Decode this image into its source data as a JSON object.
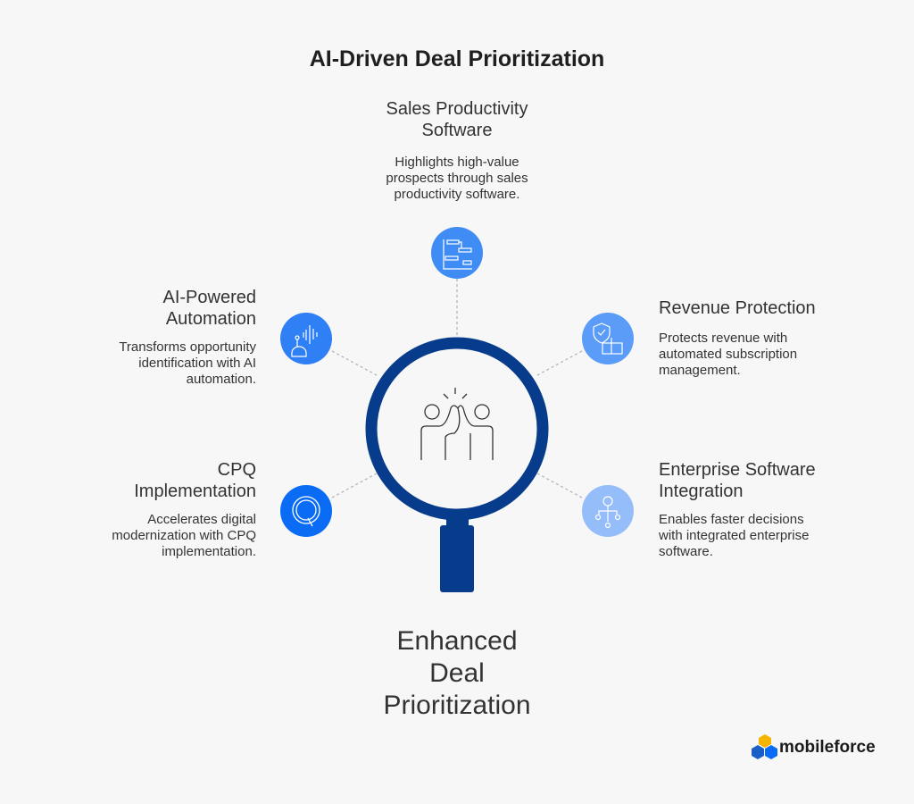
{
  "title": "AI-Driven Deal Prioritization",
  "center_label": "Enhanced Deal Prioritization",
  "center_label_lines": [
    "Enhanced",
    "Deal",
    "Prioritization"
  ],
  "items": [
    {
      "heading_lines": [
        "Sales Productivity",
        "Software"
      ],
      "description_lines": [
        "Highlights high-value",
        "prospects through sales",
        "productivity software."
      ],
      "icon": "gantt-chart-icon",
      "color": "#3f8cf5"
    },
    {
      "heading_lines": [
        "AI-Powered",
        "Automation"
      ],
      "description_lines": [
        "Transforms opportunity",
        "identification with AI",
        "automation."
      ],
      "icon": "robot-voice-icon",
      "color": "#2f7ff5"
    },
    {
      "heading_lines": [
        "Revenue Protection"
      ],
      "description_lines": [
        "Protects revenue with",
        "automated subscription",
        "management."
      ],
      "icon": "shield-building-icon",
      "color": "#5a9cf7"
    },
    {
      "heading_lines": [
        "CPQ",
        "Implementation"
      ],
      "description_lines": [
        "Accelerates digital",
        "modernization with CPQ",
        "implementation."
      ],
      "icon": "q-letter-icon",
      "color": "#0a6cf5"
    },
    {
      "heading_lines": [
        "Enterprise Software",
        "Integration"
      ],
      "description_lines": [
        "Enables faster decisions",
        "with integrated enterprise",
        "software."
      ],
      "icon": "network-people-icon",
      "color": "#94bdfa"
    }
  ],
  "magnifier_color": "#073b8c",
  "logo": {
    "text": "mobileforce"
  }
}
